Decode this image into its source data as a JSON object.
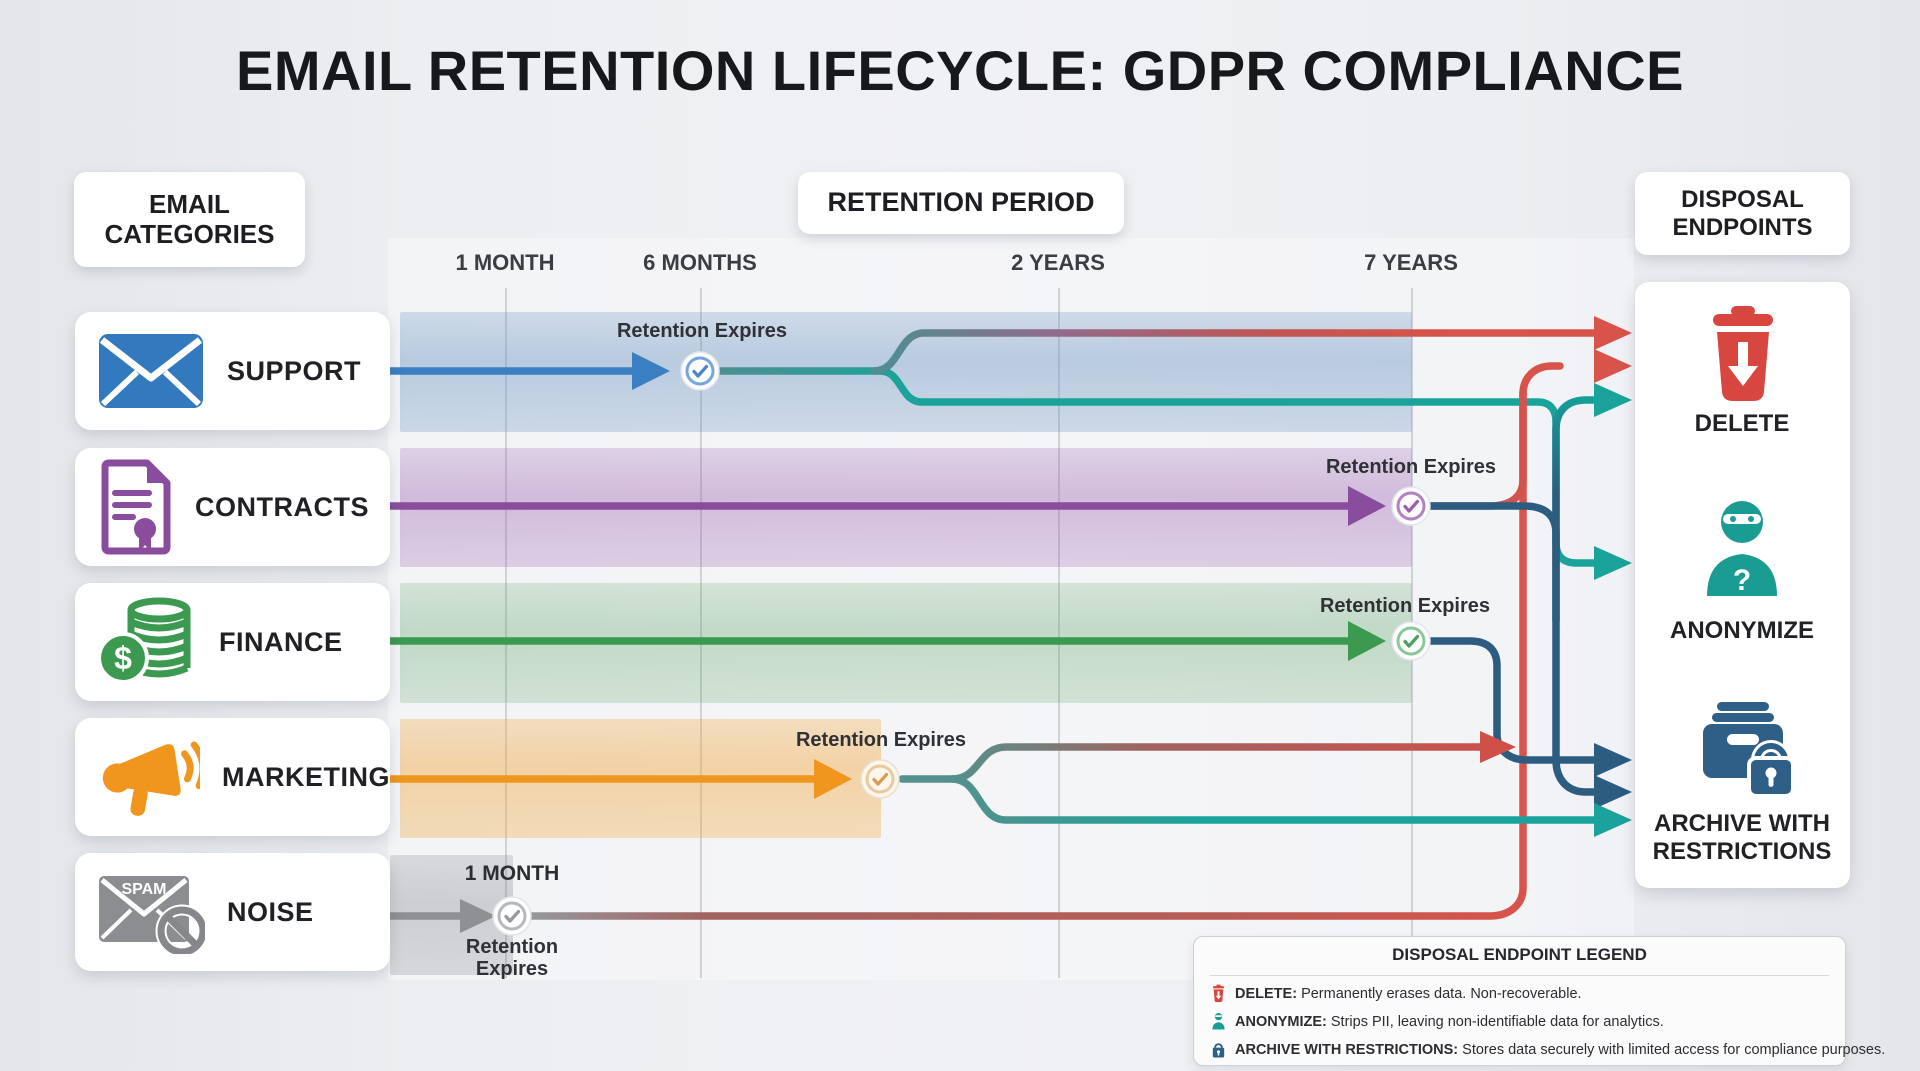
{
  "title": "EMAIL RETENTION LIFECYCLE: GDPR COMPLIANCE",
  "headers": {
    "categories_line1": "EMAIL",
    "categories_line2": "CATEGORIES",
    "retention_period": "RETENTION PERIOD",
    "endpoints_line1": "DISPOSAL",
    "endpoints_line2": "ENDPOINTS"
  },
  "timeline": {
    "labels": [
      "1 MONTH",
      "6 MONTHS",
      "2 YEARS",
      "7 YEARS"
    ]
  },
  "rows": {
    "support": {
      "label": "SUPPORT",
      "expires": "Retention Expires"
    },
    "contracts": {
      "label": "CONTRACTS",
      "expires": "Retention Expires"
    },
    "finance": {
      "label": "FINANCE",
      "expires": "Retention Expires",
      "currency": "$"
    },
    "marketing": {
      "label": "MARKETING",
      "expires": "Retention Expires"
    },
    "noise": {
      "label": "NOISE",
      "milestone": "1 MONTH",
      "expires_line1": "Retention",
      "expires_line2": "Expires",
      "spam": "SPAM"
    }
  },
  "endpoints": {
    "delete": "DELETE",
    "anonymize": "ANONYMIZE",
    "anonymize_mark": "?",
    "archive_line1": "ARCHIVE WITH",
    "archive_line2": "RESTRICTIONS"
  },
  "legend": {
    "title": "DISPOSAL ENDPOINT LEGEND",
    "items": [
      {
        "term": "DELETE:",
        "desc": "Permanently erases data. Non-recoverable."
      },
      {
        "term": "ANONYMIZE:",
        "desc": "Strips PII, leaving non-identifiable data for analytics."
      },
      {
        "term": "ARCHIVE WITH RESTRICTIONS:",
        "desc": "Stores data securely with limited access for compliance purposes."
      }
    ]
  },
  "colors": {
    "support_blue": "#3a7fc1",
    "contracts_purple": "#8a4d9e",
    "finance_green": "#3c9a50",
    "marketing_orange": "#f0961e",
    "noise_grey": "#8e9094",
    "delete_red": "#d8534a",
    "anonymize_teal": "#1aa39a",
    "archive_navy": "#2c5d80"
  }
}
